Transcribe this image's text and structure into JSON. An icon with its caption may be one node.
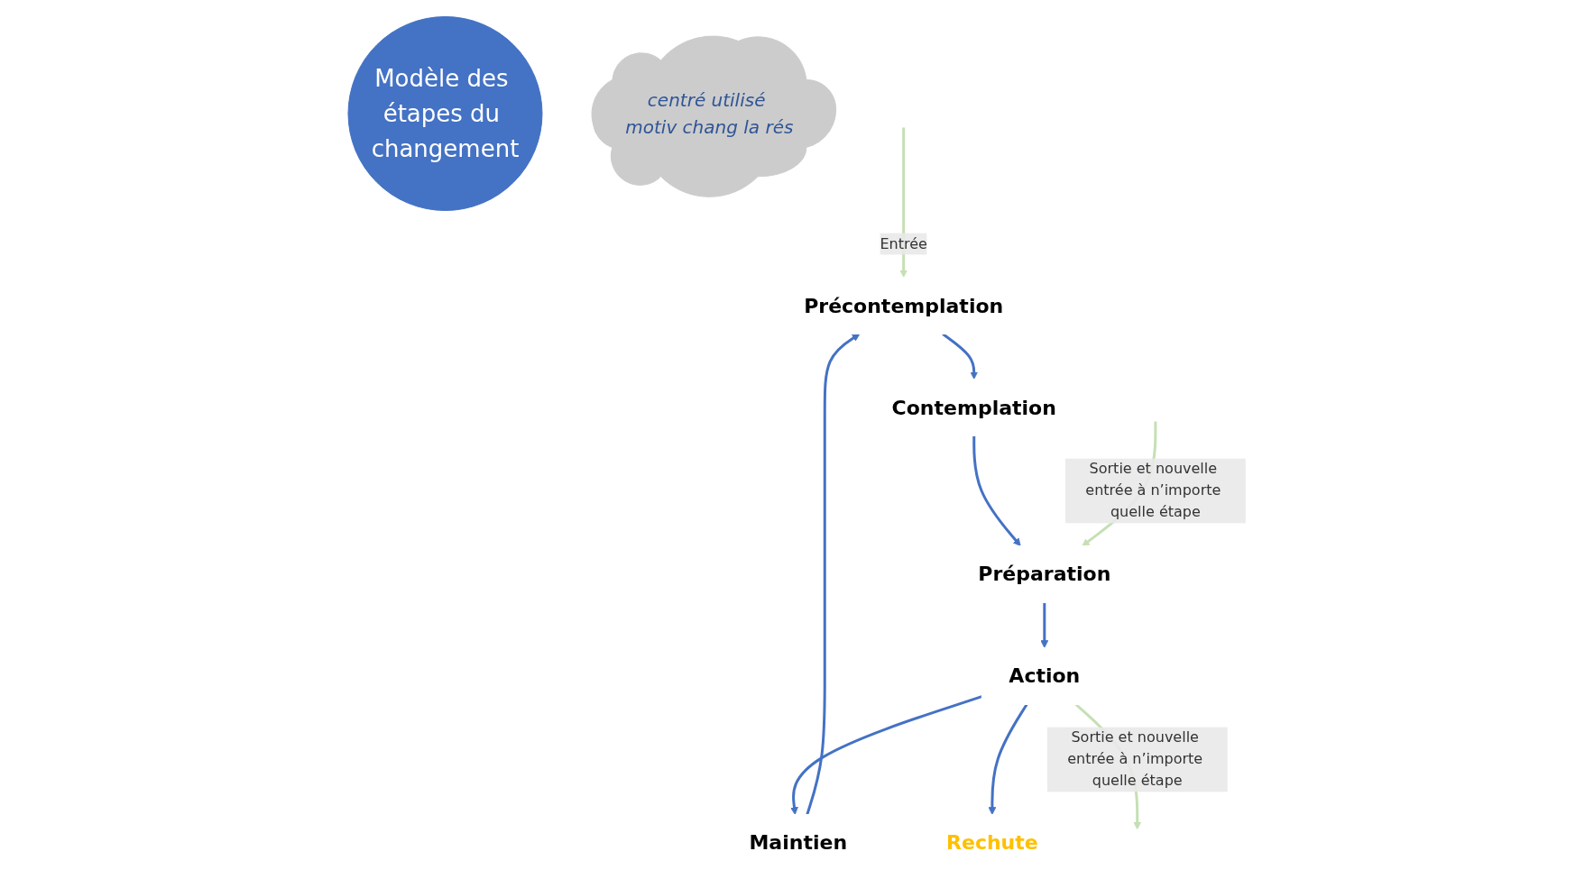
{
  "diagram": {
    "nodes": [
      {
        "text": [
          "Précontemplation"
        ]
      },
      {
        "text": [
          "Contemplation"
        ]
      },
      {
        "text": [
          "Préparation"
        ]
      },
      {
        "text": [
          "Action"
        ]
      },
      {
        "text": [
          "Maintien"
        ]
      },
      {
        "text": [
          "Rechute"
        ]
      },
      {
        "text": [
          "Modèle des étapes du changement"
        ]
      },
      {
        "text": [
          "centré utilisé motiv chang la rés"
        ]
      }
    ],
    "edges": [
      {
        "from": 0,
        "to": 1,
        "arrow": "to"
      },
      {
        "from": 1,
        "to": 2,
        "arrow": "to"
      },
      {
        "from": 2,
        "to": 3,
        "arrow": "to"
      },
      {
        "from": 3,
        "to": 4,
        "arrow": "to"
      },
      {
        "from": 4,
        "to": 0,
        "arrow": "to"
      },
      {
        "from": 3,
        "to": 5,
        "arrow": "to"
      },
      {
        "from": null,
        "to": 0,
        "arrow": "to",
        "label": "Entrée",
        "color": "#c5e0b4"
      },
      {
        "from": 3,
        "to": null,
        "arrow": "to",
        "label": "Sortie et nouvelle entrée à n’importe quelle étape",
        "color": "#c5e0b4"
      },
      {
        "from": null,
        "to": 2,
        "arrow": "to",
        "label": "Sortie et nouvelle entrée à n’importe quelle étape",
        "color": "#c5e0b4"
      }
    ]
  }
}
